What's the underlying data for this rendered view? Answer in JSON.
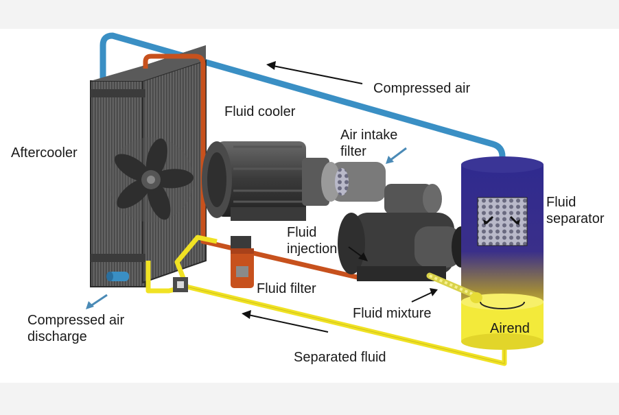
{
  "labels": {
    "compressed_air": "Compressed air",
    "fluid_cooler": "Fluid cooler",
    "air_intake_filter_l1": "Air intake",
    "air_intake_filter_l2": "filter",
    "aftercooler": "Aftercooler",
    "fluid_separator_l1": "Fluid",
    "fluid_separator_l2": "separator",
    "fluid_injection_l1": "Fluid",
    "fluid_injection_l2": "injection",
    "fluid_filter": "Fluid filter",
    "fluid_mixture": "Fluid mixture",
    "compressed_air_discharge_l1": "Compressed air",
    "compressed_air_discharge_l2": "discharge",
    "separated_fluid": "Separated fluid",
    "airend": "Airend"
  },
  "colors": {
    "compressed_air_pipe": "#3a8fc4",
    "fluid_cooler_pipe": "#c7511d",
    "separated_fluid_pipe": "#f0e224",
    "separator_top": "#2e2a8c",
    "airend_yellow": "#f3ea3a",
    "radiator": "#4d4d4d",
    "motor": "#3e3e3e",
    "arrow_blue": "#4a8ab6"
  }
}
